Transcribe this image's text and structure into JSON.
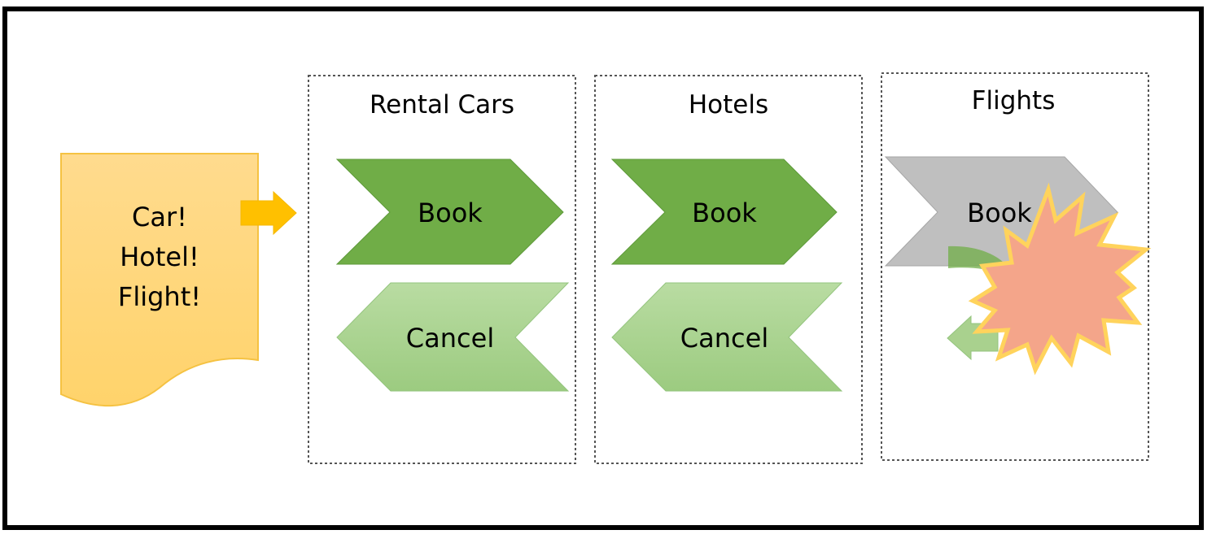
{
  "request": {
    "lines": [
      "Car!",
      "Hotel!",
      "Flight!"
    ],
    "fill_top": "#FFD98A",
    "fill_bottom": "#FFD166",
    "stroke": "#F5C242",
    "arrow_color": "#FFC000"
  },
  "services": [
    {
      "title": "Rental Cars",
      "book_label": "Book",
      "cancel_label": "Cancel",
      "book_state": "ok"
    },
    {
      "title": "Hotels",
      "book_label": "Book",
      "cancel_label": "Cancel",
      "book_state": "ok"
    },
    {
      "title": "Flights",
      "book_label": "Book",
      "cancel_label": "",
      "book_state": "failed"
    }
  ],
  "colors": {
    "book_fill": "#70AD47",
    "cancel_fill": "#A9D18E",
    "failed_fill": "#BFBFBF",
    "burst_fill": "#F4A58A",
    "burst_stroke": "#FFD35C",
    "border": "#000000"
  },
  "icons": {
    "explosion": "explosion-burst-icon"
  }
}
